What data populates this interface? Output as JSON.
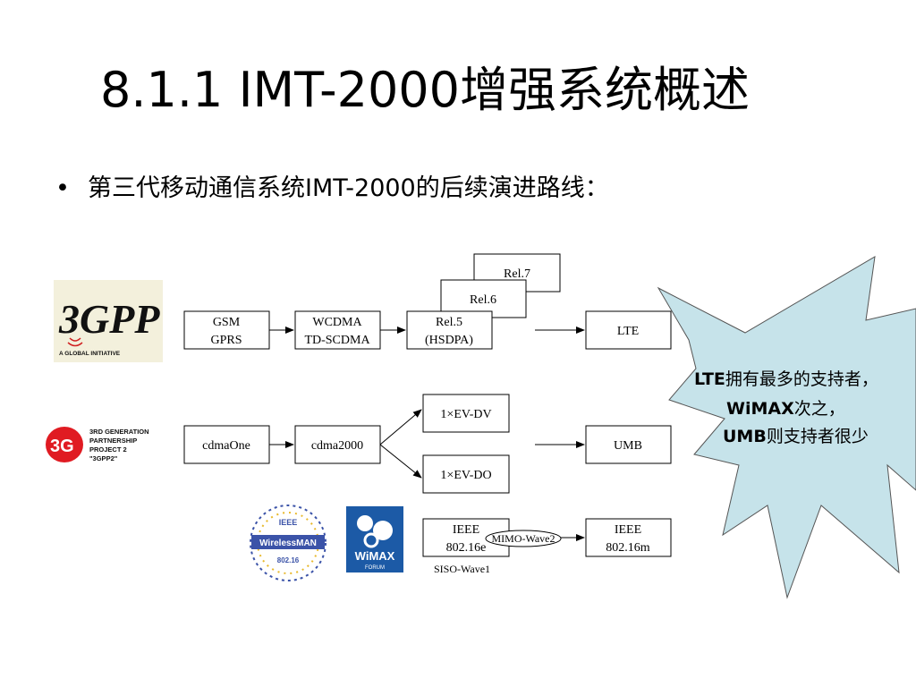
{
  "title": "8.1.1 IMT-2000增强系统概述",
  "bullet": {
    "marker": "•",
    "text": "第三代移动通信系统IMT-2000的后续演进路线："
  },
  "logos": {
    "3gpp": {
      "mark": "3GPP",
      "tagline": "A GLOBAL INITIATIVE"
    },
    "3gpp2": {
      "mark": "3G",
      "lines": [
        "3RD GENERATION",
        "PARTNERSHIP",
        "PROJECT 2",
        "\"3GPP2\""
      ]
    },
    "wirelessman": {
      "top": "IEEE",
      "mark": "WirelessMAN",
      "bottom": "802.16"
    },
    "wimax": {
      "mark": "WiMAX",
      "sub": "FORUM"
    }
  },
  "boxes": {
    "gsm": [
      "GSM",
      "GPRS"
    ],
    "wcdma": [
      "WCDMA",
      "TD-SCDMA"
    ],
    "rel5": [
      "Rel.5",
      "(HSDPA)"
    ],
    "rel6": "Rel.6",
    "rel7": "Rel.7",
    "lte": "LTE",
    "cdmaone": "cdmaOne",
    "cdma2000": "cdma2000",
    "evdv": "1×EV-DV",
    "evdo": "1×EV-DO",
    "umb": "UMB",
    "ieee16e": [
      "IEEE",
      "802.16e"
    ],
    "ieee16m": [
      "IEEE",
      "802.16m"
    ]
  },
  "labels": {
    "mimo": "MIMO-Wave2",
    "siso": "SISO-Wave1"
  },
  "callout": {
    "line1_bold": "LTE",
    "line1_rest": "拥有最多的支持者，",
    "line2_bold": "WiMAX",
    "line2_rest": "次之，",
    "line3_bold": "UMB",
    "line3_rest": "则支持者很少"
  },
  "colors": {
    "callout_fill": "#c6e3ea",
    "logo_red": "#e01b22",
    "wimax_blue": "#1c5aa6"
  }
}
